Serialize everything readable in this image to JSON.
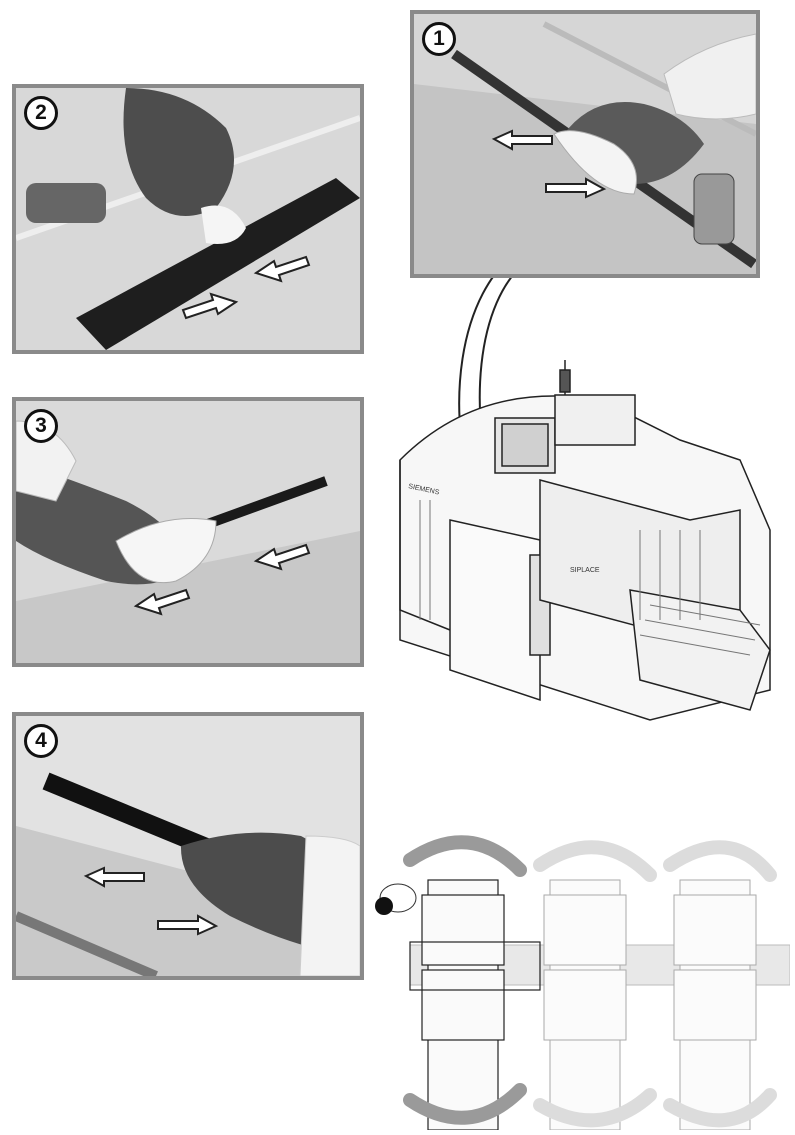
{
  "steps": [
    {
      "number": "1"
    },
    {
      "number": "2"
    },
    {
      "number": "3"
    },
    {
      "number": "4"
    }
  ],
  "colors": {
    "frame": "#8a8a8a",
    "badge_border": "#111111",
    "photo_bg": "#dcdcdc"
  },
  "machine_brand": "SIEMENS",
  "machine_model": "SIPLACE"
}
